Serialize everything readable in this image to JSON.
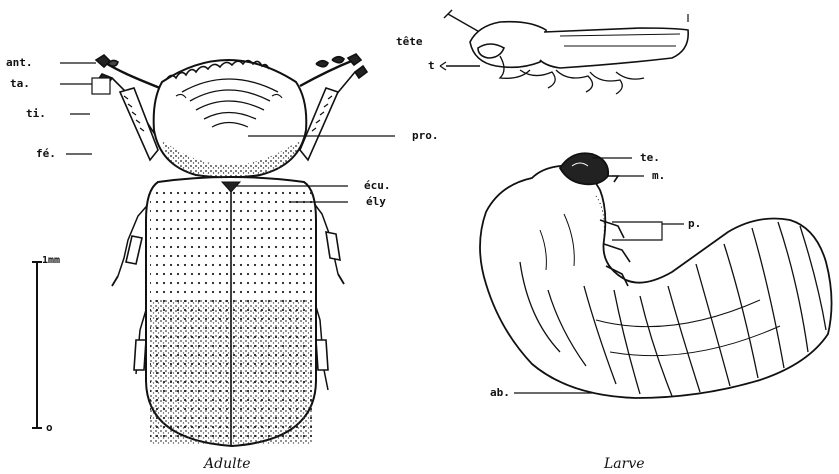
{
  "adult": {
    "caption": "Adulte",
    "labels": {
      "antenna": "ant.",
      "tarsus": "ta.",
      "tibia": "ti.",
      "femur": "fé.",
      "pronotum": "pro.",
      "scutellum": "écu.",
      "elytra": "ély"
    },
    "scale": {
      "top": "1mm",
      "bottom": "o"
    }
  },
  "larva": {
    "caption": "Larve",
    "labels": {
      "head": "te.",
      "mandible": "m.",
      "legs": "p.",
      "abdomen": "ab."
    }
  },
  "head_detail": {
    "label_head": "tête",
    "label_t": "t"
  },
  "colors": {
    "ink": "#111111",
    "background": "#ffffff"
  }
}
